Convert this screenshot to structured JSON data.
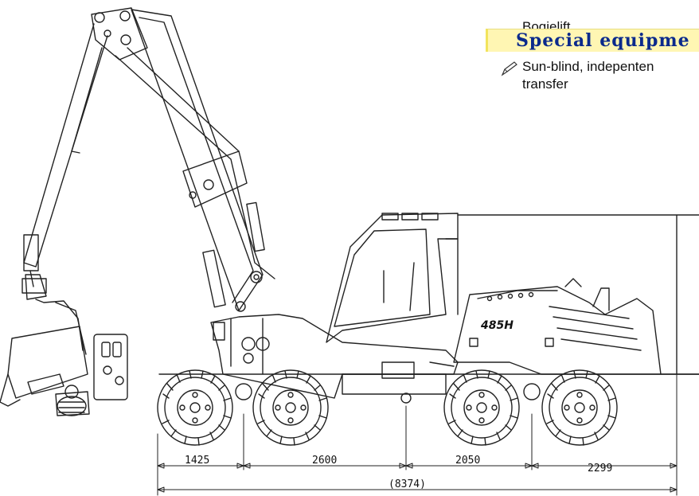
{
  "header": {
    "bogie_text": "Bogielift",
    "section_title": "Special equipme",
    "bullet_line1": "Sun-blind, indepenten",
    "bullet_line2": "transfer"
  },
  "dimensions": {
    "segments": [
      "1425",
      "2600",
      "2050",
      "2299"
    ],
    "total": "(8374)"
  },
  "machine": {
    "badge": "485H"
  },
  "icons": {
    "bullet": "pen-icon"
  },
  "colors": {
    "section_bg": "#fff6b3",
    "section_text": "#0b2a8c",
    "line": "#222222"
  }
}
